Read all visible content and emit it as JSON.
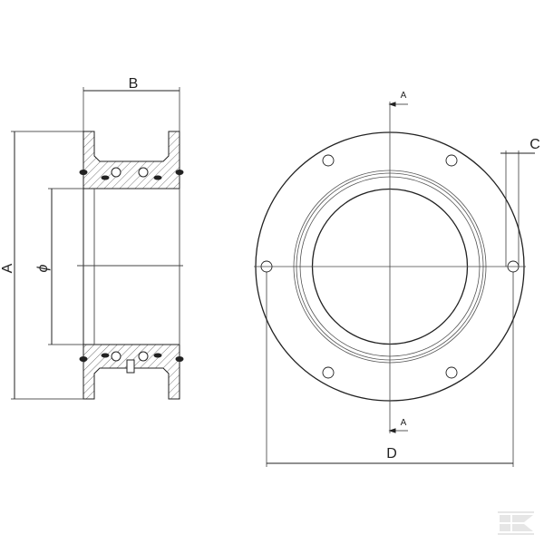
{
  "labels": {
    "dim_a": "A",
    "dim_b": "B",
    "dim_c": "C",
    "dim_d": "D",
    "dim_diameter": "ϕ",
    "section_top": "A",
    "section_bottom": "A"
  },
  "logo": {
    "letter": "K",
    "color": "#e6e6e6"
  },
  "colors": {
    "line": "#222222",
    "thin": "#555555",
    "hatch": "#777777"
  }
}
